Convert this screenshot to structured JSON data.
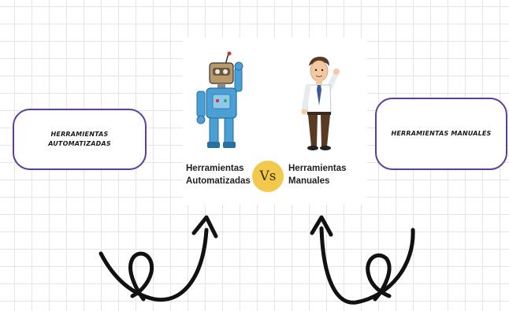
{
  "left_box": {
    "line1": "HERRAMIENTAS",
    "line2": "AUTOMATIZADAS"
  },
  "right_box": {
    "text": "HERRAMIENTAS MANUALES"
  },
  "center": {
    "auto_label_line1": "Herramientas",
    "auto_label_line2": "Automatizadas",
    "vs": "Vs",
    "manual_label_line1": "Herramientas",
    "manual_label_line2": "Manuales"
  },
  "colors": {
    "pill_border": "#5d3d9a",
    "vs_badge": "#f2c94c",
    "robot_body": "#4a9fd4",
    "arrow": "#111111"
  },
  "icons": {
    "robot": "robot-icon",
    "man": "businessman-icon",
    "arrows": "curly-arrow-icon"
  }
}
